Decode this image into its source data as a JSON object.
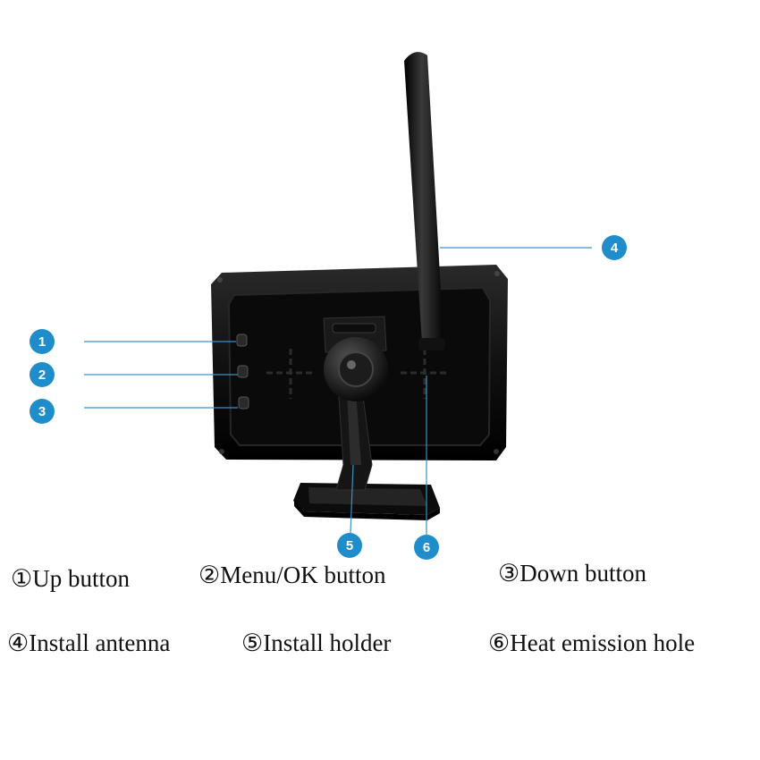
{
  "colors": {
    "callout": "#1f8dc9",
    "leader_line": "#3f8fc4",
    "device_body": "#0d0d0d",
    "background": "#ffffff"
  },
  "callouts": [
    {
      "number": "1",
      "caption": "①Up button"
    },
    {
      "number": "2",
      "caption": "②Menu/OK button"
    },
    {
      "number": "3",
      "caption": "③Down button"
    },
    {
      "number": "4",
      "caption": "④Install antenna"
    },
    {
      "number": "5",
      "caption": "⑤Install holder"
    },
    {
      "number": "6",
      "caption": "⑥Heat emission hole"
    }
  ]
}
